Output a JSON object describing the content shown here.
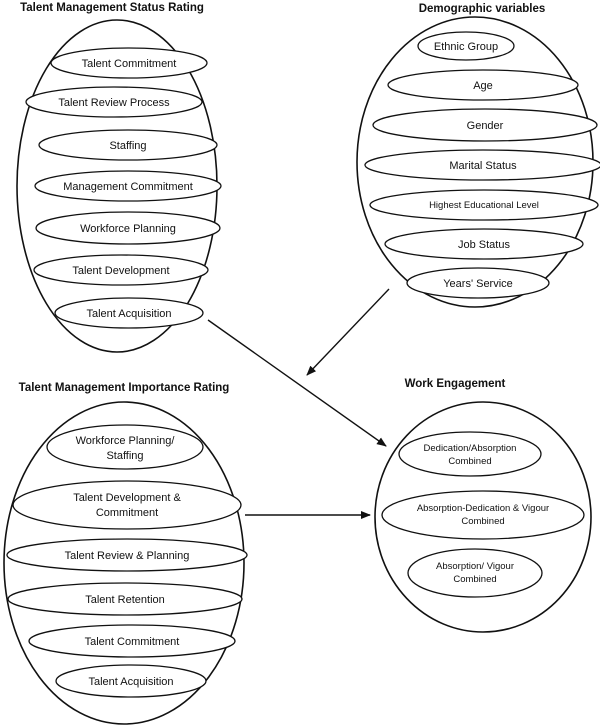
{
  "status_rating": {
    "title": "Talent Management Status Rating",
    "items": [
      "Talent Commitment",
      "Talent Review Process",
      "Staffing",
      "Management Commitment",
      "Workforce Planning",
      "Talent Development",
      "Talent Acquisition"
    ]
  },
  "demographic": {
    "title": "Demographic variables",
    "items": [
      "Ethnic Group",
      "Age",
      "Gender",
      "Marital Status",
      "Highest Educational Level",
      "Job Status",
      "Years' Service"
    ]
  },
  "importance_rating": {
    "title": "Talent Management Importance Rating",
    "items": [
      [
        "Workforce Planning/",
        "Staffing"
      ],
      [
        "Talent Development &",
        "Commitment"
      ],
      [
        "Talent Review & Planning"
      ],
      [
        "Talent Retention"
      ],
      [
        "Talent Commitment"
      ],
      [
        "Talent Acquisition"
      ]
    ]
  },
  "work_engagement": {
    "title": "Work Engagement",
    "items": [
      [
        "Dedication/Absorption",
        "Combined"
      ],
      [
        "Absorption-Dedication & Vigour",
        "Combined"
      ],
      [
        "Absorption/ Vigour",
        "Combined"
      ]
    ]
  }
}
